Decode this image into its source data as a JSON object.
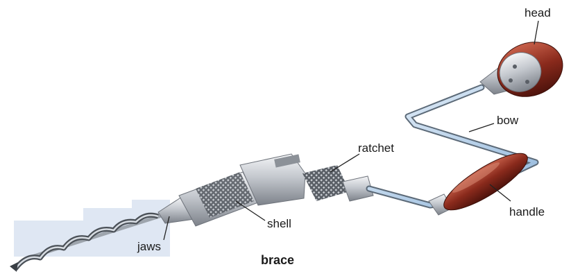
{
  "diagram": {
    "caption": "brace",
    "labels": {
      "head": "head",
      "bow": "bow",
      "ratchet": "ratchet",
      "handle": "handle",
      "shell": "shell",
      "jaws": "jaws"
    }
  },
  "colors": {
    "background_block": "#dfe7f3",
    "wood": "#8a2a1c",
    "steel_rod": "#a9c8e6",
    "metal": "#c9cdd2",
    "leader": "#222222"
  }
}
